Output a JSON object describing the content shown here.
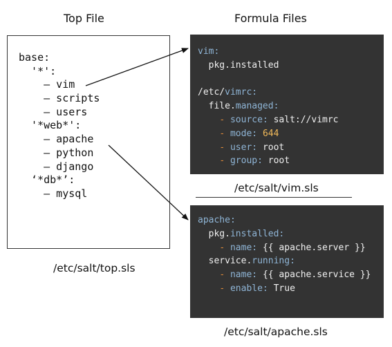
{
  "headings": {
    "top_file": "Top File",
    "formula_files": "Formula Files"
  },
  "top_file": {
    "lines": [
      "base:",
      "  '*':",
      "    – vim",
      "    – scripts",
      "    – users",
      "  '*web*':",
      "    – apache",
      "    – python",
      "    – django",
      "  ‘*db*’:",
      "    – mysql"
    ],
    "caption": "/etc/salt/top.sls"
  },
  "vim_sls": {
    "caption": "/etc/salt/vim.sls",
    "l0_key": "vim:",
    "l1_val": "pkg.installed",
    "l3_a": "/etc/",
    "l3_b": "vimrc:",
    "l4_a": "file.",
    "l4_b": "managed:",
    "l5_dash": "-",
    "l5_key": "source:",
    "l5_val": "salt://vimrc",
    "l6_dash": "-",
    "l6_key": "mode:",
    "l6_val": "644",
    "l7_dash": "-",
    "l7_key": "user:",
    "l7_val": "root",
    "l8_dash": "-",
    "l8_key": "group:",
    "l8_val": "root"
  },
  "apache_sls": {
    "caption": "/etc/salt/apache.sls",
    "l0_key": "apache:",
    "l1_a": "pkg.",
    "l1_b": "installed:",
    "l2_dash": "-",
    "l2_key": "name:",
    "l2_val": "{{ apache.server }}",
    "l3_a": "service.",
    "l3_b": "running:",
    "l4_dash": "-",
    "l4_key": "name:",
    "l4_val": "{{ apache.service }}",
    "l5_dash": "-",
    "l5_key": "enable:",
    "l5_val": "True"
  },
  "colors": {
    "code_background": "#333333",
    "key": "#8fb5d6",
    "value": "#f0f0f0",
    "dash": "#e08a3a",
    "number": "#f0b95a"
  }
}
